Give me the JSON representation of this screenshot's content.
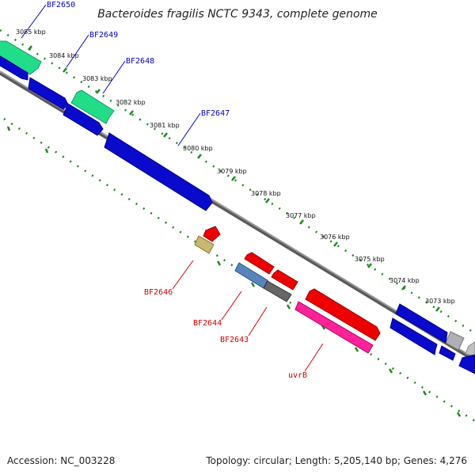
{
  "title": "Bacteroides fragilis NCTC 9343, complete genome",
  "footer": {
    "accession": "Accession: NC_003228",
    "summary": "Topology: circular; Length: 5,205,140 bp; Genes: 4,276"
  },
  "ticks": [
    "3085 kbp",
    "3084 kbp",
    "3083 kbp",
    "3082 kbp",
    "3081 kbp",
    "3080 kbp",
    "3079 kbp",
    "3078 kbp",
    "3077 kbp",
    "3076 kbp",
    "3075 kbp",
    "3074 kbp",
    "3073 kbp"
  ],
  "genes_top": [
    "BF2650",
    "BF2649",
    "BF2648",
    "BF2647"
  ],
  "genes_bottom": [
    "BF2646",
    "BF2644",
    "BF2643",
    "uvrB"
  ],
  "colors": {
    "backbone": "#808080",
    "tick_dots": "#228b22",
    "cds_blue": "#0a0acc",
    "cds_green": "#1ee08c",
    "cds_red": "#ee0000",
    "cds_pink": "#ff2299",
    "cds_steel": "#5080b0",
    "cds_gray": "#606060",
    "cds_khaki": "#c0b060",
    "label_blue": "#0000cc",
    "label_red": "#cc0000"
  }
}
